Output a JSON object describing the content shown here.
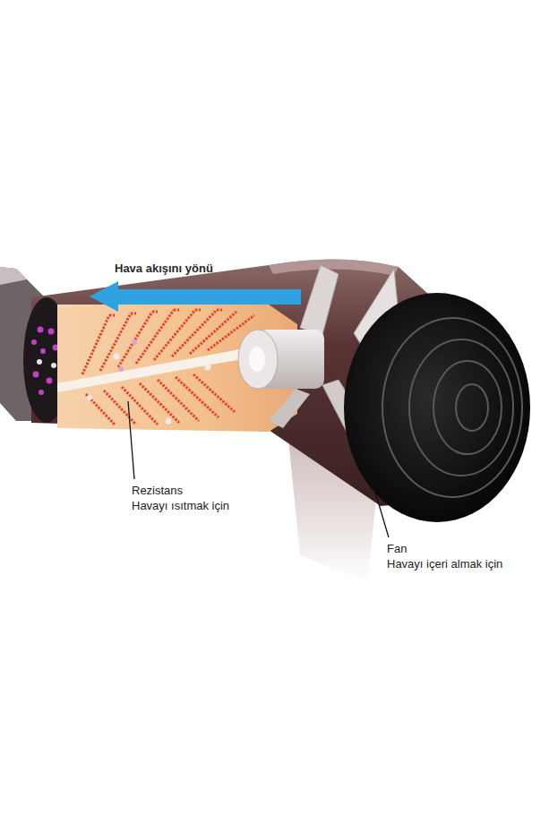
{
  "diagram": {
    "labels": [
      "Hava akışını yönü",
      "Rezistans",
      "Havayı ısıtmak için",
      "Fan",
      "Havayı içeri almak için"
    ]
  }
}
